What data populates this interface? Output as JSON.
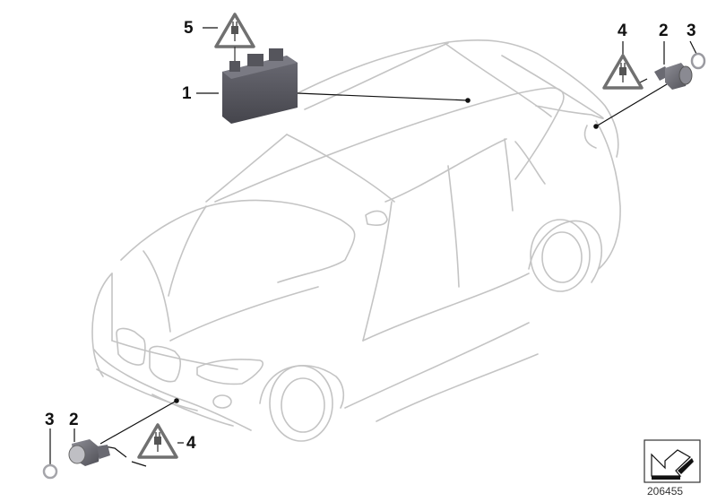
{
  "diagram": {
    "type": "parts-diagram",
    "subject": "Park Distance Control (PDC) parts on SUV outline",
    "diagram_number": "206455",
    "colors": {
      "car_outline": "#c4c4c4",
      "part_body": "#5a5a62",
      "leader_line": "#111111",
      "warning_triangle": "#707070"
    }
  },
  "callouts": [
    {
      "id": "callout-5",
      "label": "5",
      "part": "plug-warning-symbol"
    },
    {
      "id": "callout-1",
      "label": "1",
      "part": "control-unit"
    },
    {
      "id": "callout-4-rear",
      "label": "4",
      "part": "plug-warning-symbol"
    },
    {
      "id": "callout-2-rear",
      "label": "2",
      "part": "ultrasonic-sensor"
    },
    {
      "id": "callout-3-rear",
      "label": "3",
      "part": "sensor-ring"
    },
    {
      "id": "callout-3-front",
      "label": "3",
      "part": "sensor-ring"
    },
    {
      "id": "callout-2-front",
      "label": "2",
      "part": "ultrasonic-sensor"
    },
    {
      "id": "callout-4-front",
      "label": "4",
      "part": "plug-warning-symbol"
    }
  ],
  "labels": {
    "c5": "5",
    "c1": "1",
    "c4r": "4",
    "c2r": "2",
    "c3r": "3",
    "c3f": "3",
    "c2f": "2",
    "c4f": "4",
    "diagram_number": "206455"
  }
}
